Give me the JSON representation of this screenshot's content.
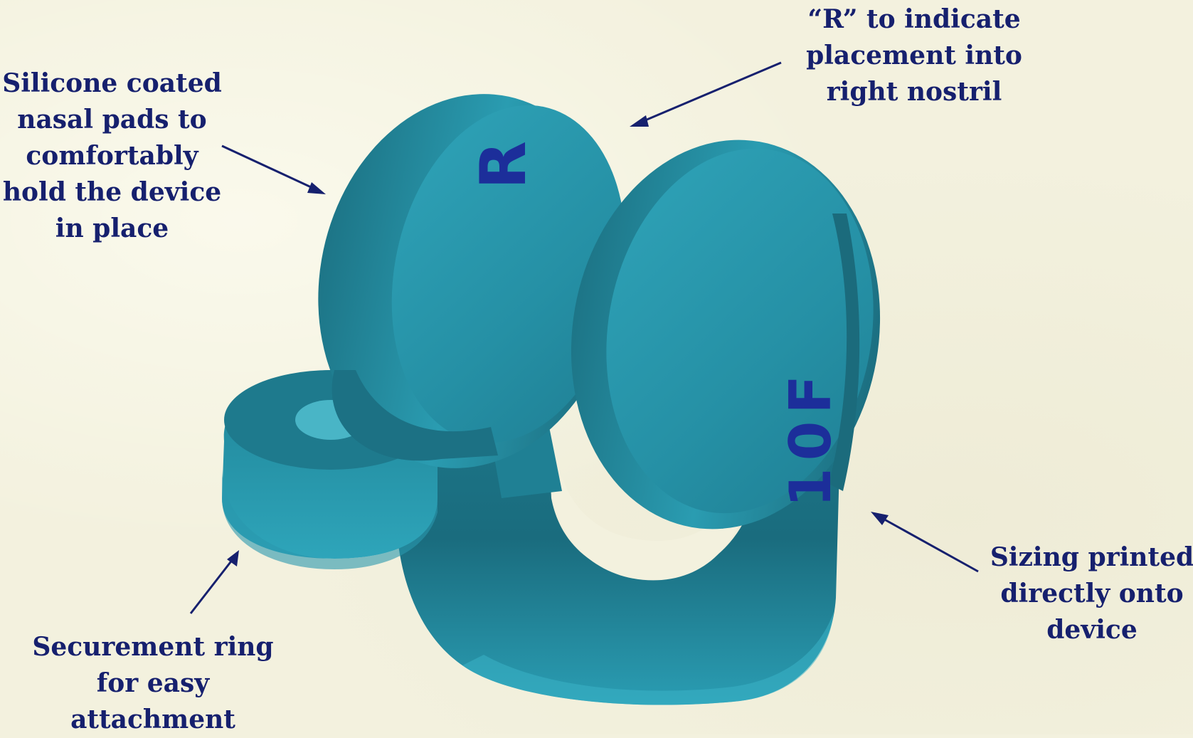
{
  "annotations": {
    "nasal_pads": "Silicone coated\nnasal pads to\ncomfortably\nhold the device\nin place",
    "r_marker": "“R” to indicate\nplacement into\nright nostril",
    "sizing": "Sizing printed\ndirectly onto\ndevice",
    "securement_ring": "Securement ring\nfor easy\nattachment"
  },
  "device": {
    "pad_letter": "R",
    "size_mark": "10F"
  },
  "colors": {
    "background": "#f3f1de",
    "device_teal": "#2590a5",
    "device_dark": "#1b6f82",
    "text_navy": "#16206e"
  }
}
